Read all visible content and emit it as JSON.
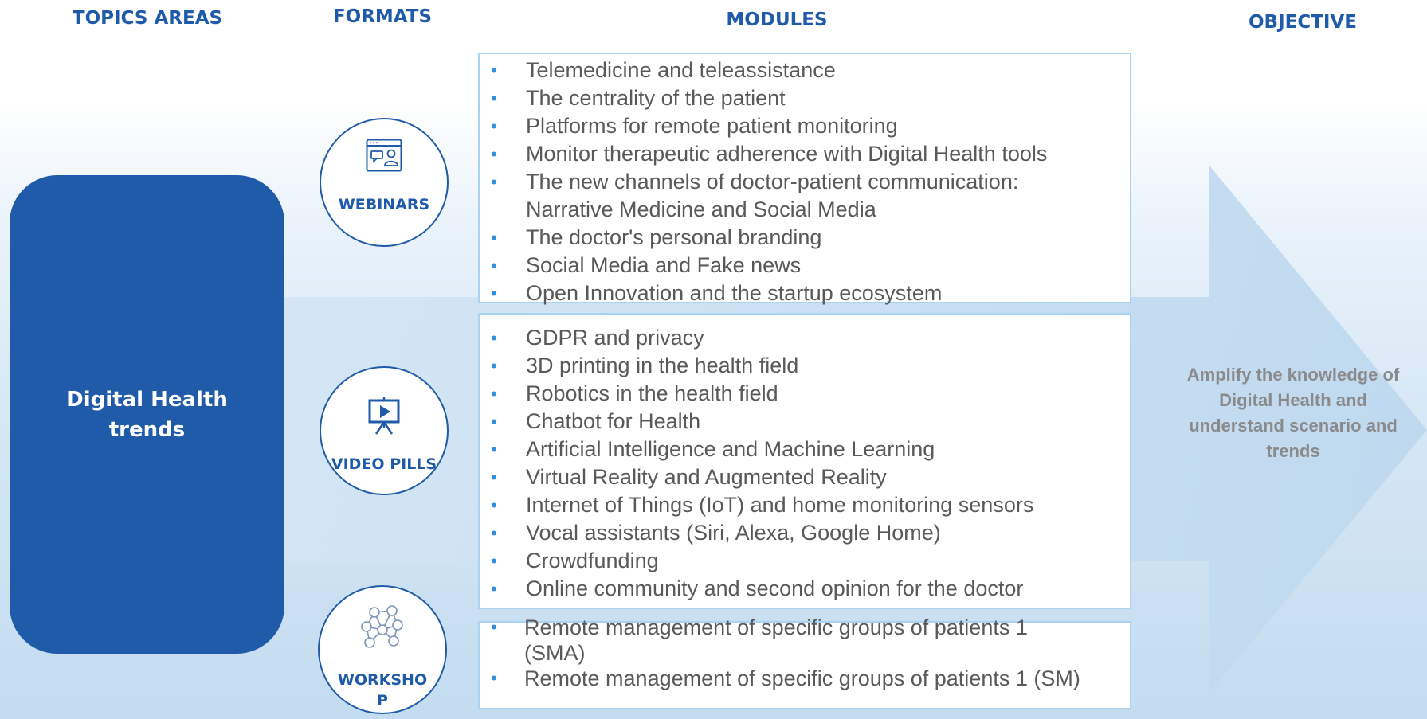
{
  "headers": {
    "topics": "TOPICS AREAS",
    "formats": "FORMATS",
    "modules": "MODULES",
    "objective": "OBJECTIVE"
  },
  "topic": {
    "label": "Digital Health trends"
  },
  "formats": [
    {
      "label": "WEBINARS",
      "icon": "webinar-icon"
    },
    {
      "label": "VIDEO PILLS",
      "icon": "presentation-play-icon"
    },
    {
      "label": "WORKSHO\nP",
      "icon": "network-people-icon"
    }
  ],
  "modules": {
    "webinars": [
      "Telemedicine and teleassistance",
      "The centrality of the patient",
      "Platforms for remote patient monitoring",
      "Monitor therapeutic adherence with Digital Health tools",
      "The new channels of doctor-patient communication: Narrative Medicine and Social Media",
      "The doctor's personal branding",
      "Social Media and Fake news",
      "Open Innovation and the startup ecosystem"
    ],
    "video_pills": [
      "GDPR and privacy",
      "3D printing in the health field",
      "Robotics in the health field",
      "Chatbot for Health",
      "Artificial Intelligence and Machine Learning",
      "Virtual Reality and Augmented Reality",
      "Internet of Things (IoT) and home monitoring sensors",
      "Vocal assistants (Siri, Alexa, Google Home)",
      "Crowdfunding",
      "Online community and second opinion for the doctor"
    ],
    "workshop": [
      "Remote management of specific groups of patients 1 (SMA)",
      "Remote management of specific groups of patients 1 (SM)"
    ]
  },
  "objective": {
    "text": "Amplify the knowledge of Digital Health and understand scenario and trends"
  },
  "colors": {
    "primary_blue": "#1f5ba8",
    "bullet_blue": "#2e8fe0",
    "box_border": "#a9d3f0",
    "module_text": "#595959",
    "objective_text": "#8a8a8a"
  }
}
